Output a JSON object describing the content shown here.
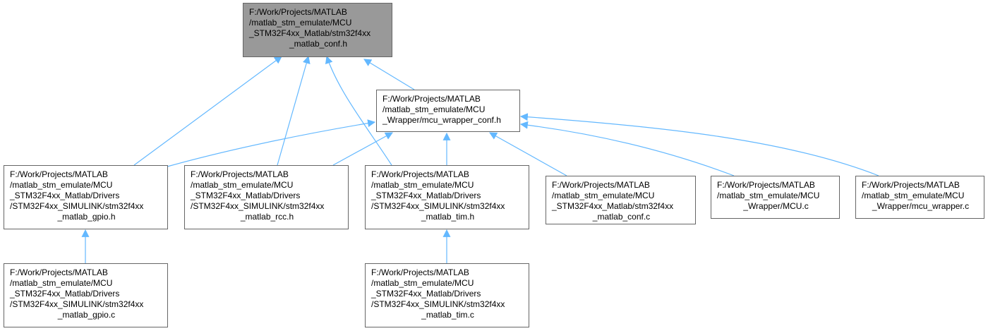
{
  "colors": {
    "edge": "#63b8ff",
    "node_border": "#666666",
    "root_fill": "#999999",
    "node_fill": "#ffffff"
  },
  "nodes": [
    {
      "id": "root",
      "lines": [
        "F:/Work/Projects/MATLAB",
        "/matlab_stm_emulate/MCU",
        "_STM32F4xx_Matlab/stm32f4xx",
        "_matlab_conf.h"
      ]
    },
    {
      "id": "wrapper_conf",
      "lines": [
        "F:/Work/Projects/MATLAB",
        "/matlab_stm_emulate/MCU",
        "_Wrapper/mcu_wrapper_conf.h"
      ]
    },
    {
      "id": "gpio_h",
      "lines": [
        "F:/Work/Projects/MATLAB",
        "/matlab_stm_emulate/MCU",
        "_STM32F4xx_Matlab/Drivers",
        "/STM32F4xx_SIMULINK/stm32f4xx",
        "_matlab_gpio.h"
      ]
    },
    {
      "id": "rcc_h",
      "lines": [
        "F:/Work/Projects/MATLAB",
        "/matlab_stm_emulate/MCU",
        "_STM32F4xx_Matlab/Drivers",
        "/STM32F4xx_SIMULINK/stm32f4xx",
        "_matlab_rcc.h"
      ]
    },
    {
      "id": "tim_h",
      "lines": [
        "F:/Work/Projects/MATLAB",
        "/matlab_stm_emulate/MCU",
        "_STM32F4xx_Matlab/Drivers",
        "/STM32F4xx_SIMULINK/stm32f4xx",
        "_matlab_tim.h"
      ]
    },
    {
      "id": "conf_c",
      "lines": [
        "F:/Work/Projects/MATLAB",
        "/matlab_stm_emulate/MCU",
        "_STM32F4xx_Matlab/stm32f4xx",
        "_matlab_conf.c"
      ]
    },
    {
      "id": "mcu_c",
      "lines": [
        "F:/Work/Projects/MATLAB",
        "/matlab_stm_emulate/MCU",
        "_Wrapper/MCU.c"
      ]
    },
    {
      "id": "mcu_wrapper_c",
      "lines": [
        "F:/Work/Projects/MATLAB",
        "/matlab_stm_emulate/MCU",
        "_Wrapper/mcu_wrapper.c"
      ]
    },
    {
      "id": "gpio_c",
      "lines": [
        "F:/Work/Projects/MATLAB",
        "/matlab_stm_emulate/MCU",
        "_STM32F4xx_Matlab/Drivers",
        "/STM32F4xx_SIMULINK/stm32f4xx",
        "_matlab_gpio.c"
      ]
    },
    {
      "id": "tim_c",
      "lines": [
        "F:/Work/Projects/MATLAB",
        "/matlab_stm_emulate/MCU",
        "_STM32F4xx_Matlab/Drivers",
        "/STM32F4xx_SIMULINK/stm32f4xx",
        "_matlab_tim.c"
      ]
    }
  ],
  "edges": [
    {
      "from": "wrapper_conf",
      "to": "root"
    },
    {
      "from": "gpio_h",
      "to": "root"
    },
    {
      "from": "rcc_h",
      "to": "root"
    },
    {
      "from": "tim_h",
      "to": "root"
    },
    {
      "from": "gpio_h",
      "to": "wrapper_conf"
    },
    {
      "from": "rcc_h",
      "to": "wrapper_conf"
    },
    {
      "from": "tim_h",
      "to": "wrapper_conf"
    },
    {
      "from": "conf_c",
      "to": "wrapper_conf"
    },
    {
      "from": "mcu_c",
      "to": "wrapper_conf"
    },
    {
      "from": "mcu_wrapper_c",
      "to": "wrapper_conf"
    },
    {
      "from": "gpio_c",
      "to": "gpio_h"
    },
    {
      "from": "tim_c",
      "to": "tim_h"
    }
  ]
}
